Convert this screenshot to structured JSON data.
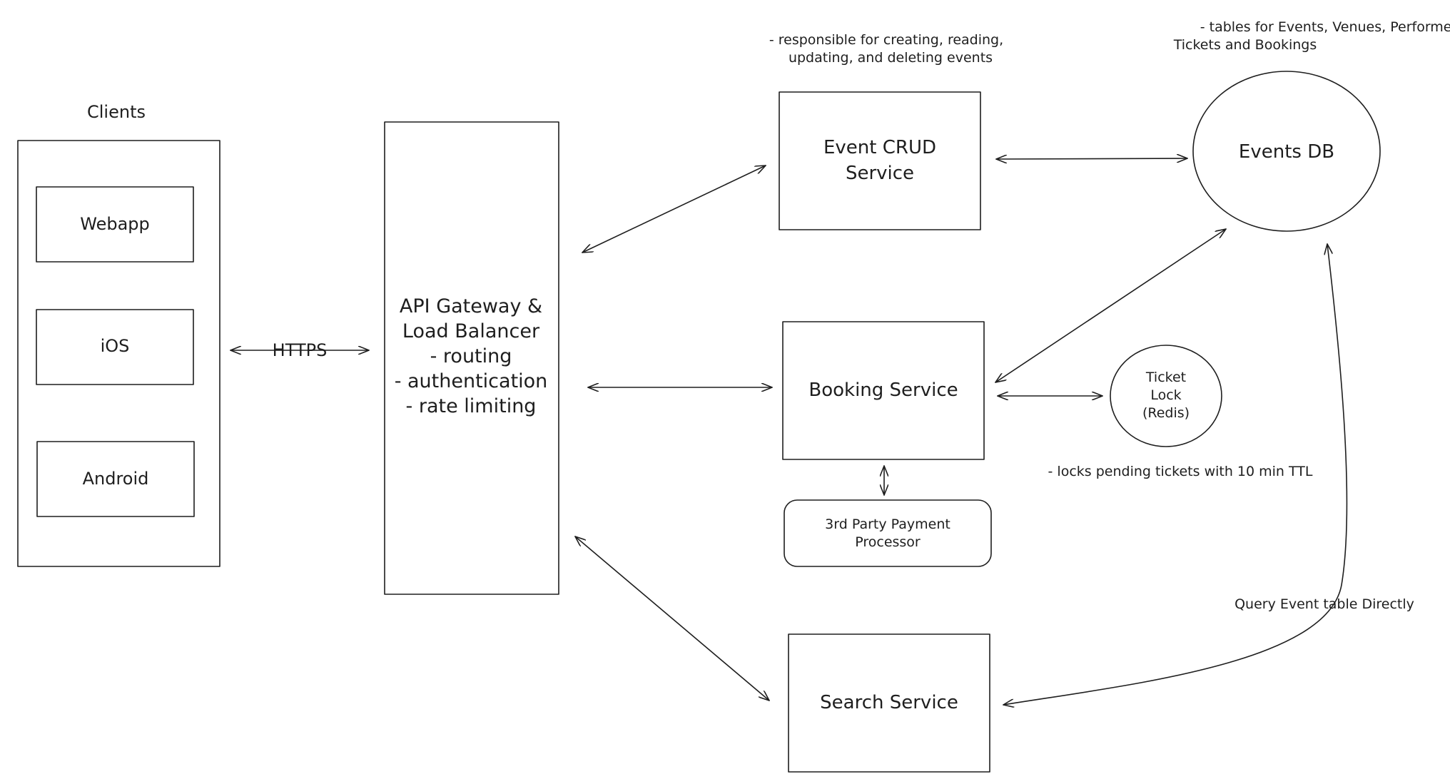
{
  "diagram": {
    "clients": {
      "title": "Clients",
      "items": [
        "Webapp",
        "iOS",
        "Android"
      ]
    },
    "connection_label": "HTTPS",
    "gateway": {
      "lines": [
        "API Gateway &",
        "Load Balancer",
        "- routing",
        "- authentication",
        "- rate limiting"
      ]
    },
    "event_crud": {
      "lines": [
        "Event CRUD",
        "Service"
      ],
      "note": [
        "- responsible for creating, reading,",
        "updating, and deleting events"
      ]
    },
    "events_db": {
      "label": "Events DB",
      "note": [
        "- tables for Events, Venues, Performers,",
        "Tickets and Bookings"
      ]
    },
    "booking": {
      "label": "Booking Service"
    },
    "ticket_lock": {
      "lines": [
        "Ticket",
        "Lock",
        "(Redis)"
      ],
      "note": "- locks pending tickets with 10 min TTL"
    },
    "payment": {
      "lines": [
        "3rd Party Payment",
        "Processor"
      ]
    },
    "search": {
      "label": "Search Service",
      "query_note": "Query Event table Directly"
    }
  }
}
